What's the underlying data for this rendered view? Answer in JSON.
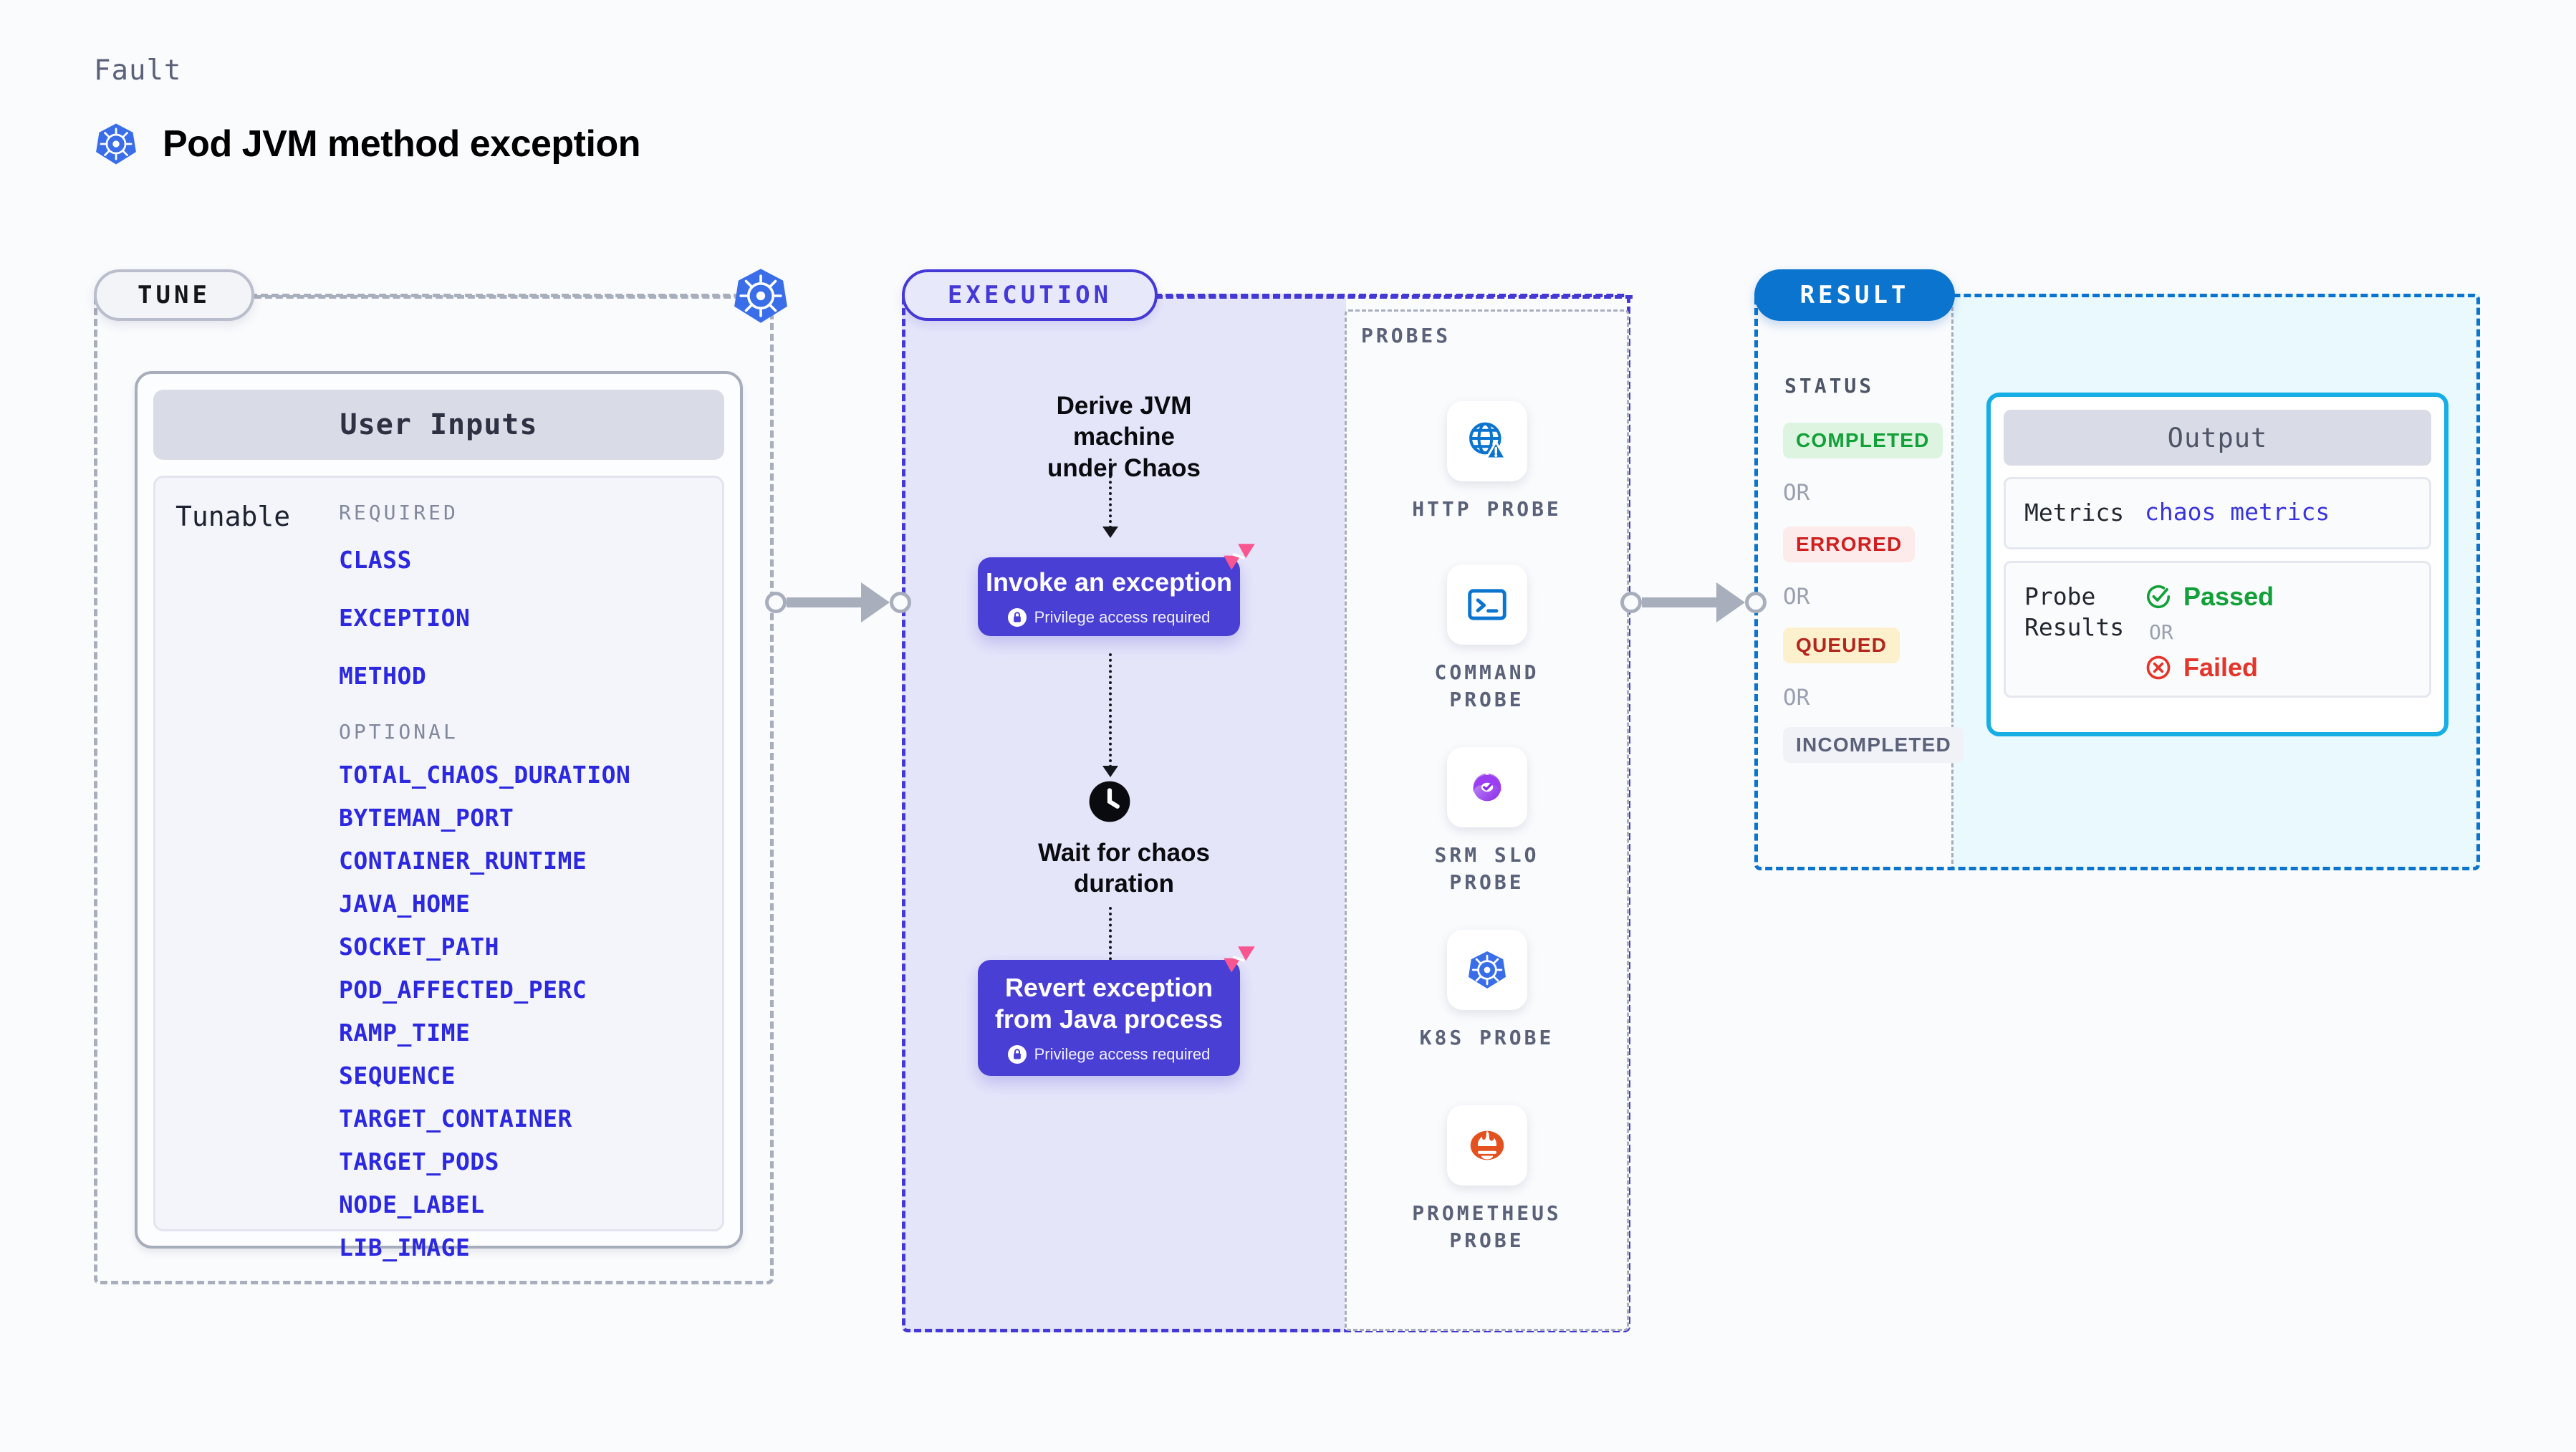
{
  "header": {
    "eyebrow": "Fault",
    "title": "Pod JVM method exception",
    "icon": "kubernetes-icon"
  },
  "colors": {
    "accent_purple": "#4539d6",
    "box_purple": "#4a3fd4",
    "param_blue": "#2c28e0",
    "result_blue": "#0b74cf",
    "output_cyan": "#16aee4",
    "litmus_pink": "#f9568f",
    "k8s_blue": "#3a6ee8",
    "status_completed": "#12a038",
    "status_errored": "#cf1f1f",
    "status_queued": "#b3261e",
    "status_incompleted": "#5a6178"
  },
  "tune": {
    "pill_label": "TUNE",
    "card_title": "User Inputs",
    "tunable_label": "Tunable",
    "required_header": "REQUIRED",
    "optional_header": "OPTIONAL",
    "required": [
      "CLASS",
      "EXCEPTION",
      "METHOD"
    ],
    "optional": [
      "TOTAL_CHAOS_DURATION",
      "BYTEMAN_PORT",
      "CONTAINER_RUNTIME",
      "JAVA_HOME",
      "SOCKET_PATH",
      "POD_AFFECTED_PERC",
      "RAMP_TIME",
      "SEQUENCE",
      "TARGET_CONTAINER",
      "TARGET_PODS",
      "NODE_LABEL",
      "LIB_IMAGE"
    ]
  },
  "execution": {
    "pill_label": "EXECUTION",
    "steps": [
      {
        "kind": "text",
        "label": "Derive JVM machine\nunder Chaos"
      },
      {
        "kind": "box",
        "label": "Invoke an exception",
        "note": "Privilege access required",
        "badge": "litmus-icon",
        "lock": "lock-icon"
      },
      {
        "kind": "clock",
        "label": "Wait for chaos\nduration",
        "icon": "clock-icon"
      },
      {
        "kind": "box",
        "label": "Revert exception\nfrom Java process",
        "note": "Privilege access required",
        "badge": "litmus-icon",
        "lock": "lock-icon"
      }
    ],
    "step_text_1": "Derive JVM machine",
    "step_text_1b": "under Chaos",
    "step_text_3": "Wait for chaos",
    "step_text_3b": "duration",
    "box1_title": "Invoke an exception",
    "box1_note": "Privilege access required",
    "box2_title_a": "Revert exception",
    "box2_title_b": "from Java process",
    "box2_note": "Privilege access required"
  },
  "probes": {
    "title": "PROBES",
    "items": [
      {
        "name_a": "HTTP  PROBE",
        "name_b": "",
        "icon": "globe-warning-icon"
      },
      {
        "name_a": "COMMAND",
        "name_b": "PROBE",
        "icon": "terminal-icon"
      },
      {
        "name_a": "SRM  SLO",
        "name_b": "PROBE",
        "icon": "srm-slo-icon"
      },
      {
        "name_a": "K8S  PROBE",
        "name_b": "",
        "icon": "kubernetes-icon"
      },
      {
        "name_a": "PROMETHEUS",
        "name_b": "PROBE",
        "icon": "prometheus-icon"
      }
    ]
  },
  "result": {
    "pill_label": "RESULT",
    "status_title": "STATUS",
    "or_label": "OR",
    "statuses": [
      {
        "label": "COMPLETED",
        "fg": "#12a038",
        "bg": "#ddf5e0"
      },
      {
        "label": "ERRORED",
        "fg": "#cf1f1f",
        "bg": "#fdeaea"
      },
      {
        "label": "QUEUED",
        "fg": "#b3261e",
        "bg": "#fdf0cc"
      },
      {
        "label": "INCOMPLETED",
        "fg": "#5a6178",
        "bg": "#f0f2f7"
      }
    ],
    "output": {
      "title": "Output",
      "metrics_key": "Metrics",
      "metrics_value": "chaos metrics",
      "probe_key_a": "Probe",
      "probe_key_b": "Results",
      "passed_label": "Passed",
      "or_label": "OR",
      "failed_label": "Failed",
      "passed_icon": "check-circle-icon",
      "failed_icon": "x-circle-icon"
    }
  }
}
